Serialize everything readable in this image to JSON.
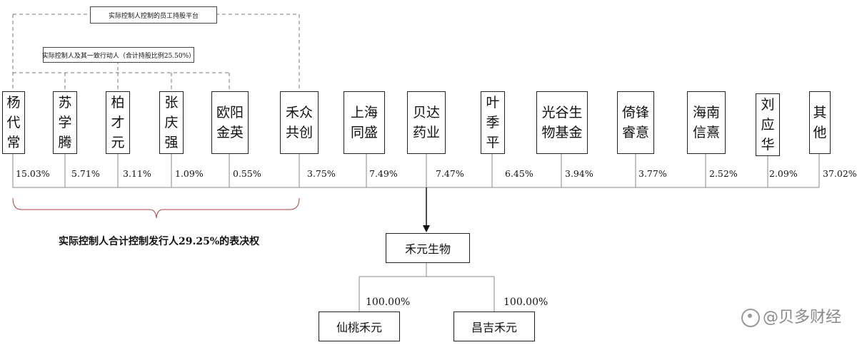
{
  "platform_label": "实际控制人控制的员工持股平台",
  "concert_label": "实际控制人及其一致行动人（合计持股比例25.50%）",
  "shareholders": [
    {
      "name": "杨代常",
      "pct": "15.03%"
    },
    {
      "name": "苏学腾",
      "pct": "5.71%"
    },
    {
      "name": "柏才元",
      "pct": "3.11%"
    },
    {
      "name": "张庆强",
      "pct": "1.09%"
    },
    {
      "name": "欧阳金英",
      "pct": "0.55%"
    },
    {
      "name": "禾众共创",
      "pct": "3.75%"
    },
    {
      "name": "上海同盛",
      "pct": "7.49%"
    },
    {
      "name": "贝达药业",
      "pct": "7.47%"
    },
    {
      "name": "叶季平",
      "pct": "6.45%"
    },
    {
      "name": "光谷生物基金",
      "pct": "3.94%"
    },
    {
      "name": "倚锋睿意",
      "pct": "3.77%"
    },
    {
      "name": "海南信熹",
      "pct": "2.52%"
    },
    {
      "name": "刘应华",
      "pct": "2.09%"
    },
    {
      "name": "其他",
      "pct": "37.02%"
    }
  ],
  "control_caption": "实际控制人合计控制发行人29.25%的表决权",
  "company": "禾元生物",
  "subsidiaries": [
    {
      "name": "仙桃禾元",
      "pct": "100.00%"
    },
    {
      "name": "昌吉禾元",
      "pct": "100.00%"
    }
  ],
  "watermark": "@贝多财经"
}
